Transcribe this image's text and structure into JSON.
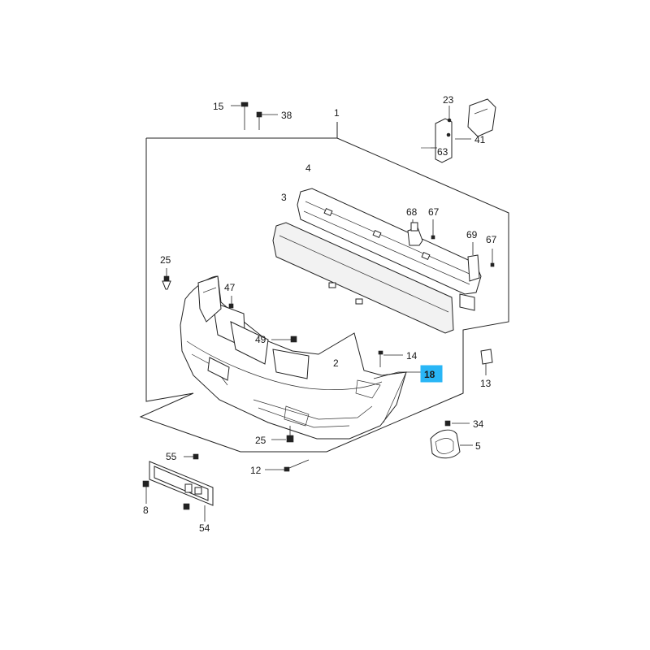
{
  "highlight_color": "#29b6f6",
  "callouts": {
    "c1": "1",
    "c2": "2",
    "c3": "3",
    "c4": "4",
    "c5": "5",
    "c8": "8",
    "c12": "12",
    "c13": "13",
    "c14": "14",
    "c15": "15",
    "c18": "18",
    "c23": "23",
    "c25a": "25",
    "c25b": "25",
    "c34": "34",
    "c38": "38",
    "c41": "41",
    "c47": "47",
    "c49": "49",
    "c54": "54",
    "c55": "55",
    "c63": "63",
    "c67a": "67",
    "c67b": "67",
    "c68": "68",
    "c69": "69"
  }
}
